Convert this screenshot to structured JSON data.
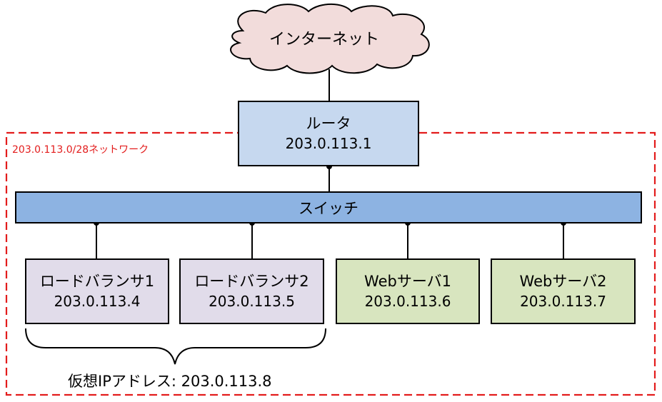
{
  "cloud": {
    "label": "インターネット"
  },
  "router": {
    "name": "ルータ",
    "ip": "203.0.113.1"
  },
  "network": {
    "label": "203.0.113.0/28ネットワーク"
  },
  "switch": {
    "label": "スイッチ"
  },
  "servers": [
    {
      "name": "ロードバランサ1",
      "ip": "203.0.113.4"
    },
    {
      "name": "ロードバランサ2",
      "ip": "203.0.113.5"
    },
    {
      "name": "Webサーバ1",
      "ip": "203.0.113.6"
    },
    {
      "name": "Webサーバ2",
      "ip": "203.0.113.7"
    }
  ],
  "virtual_ip": {
    "label": "仮想IPアドレス: 203.0.113.8"
  },
  "colors": {
    "cloud_fill": "#f2dcdb",
    "router_fill": "#c6d8ef",
    "switch_fill": "#8db3e2",
    "load_balancer_fill": "#e1dcea",
    "web_server_fill": "#d8e5bf",
    "network_boundary": "#e31c1c"
  }
}
